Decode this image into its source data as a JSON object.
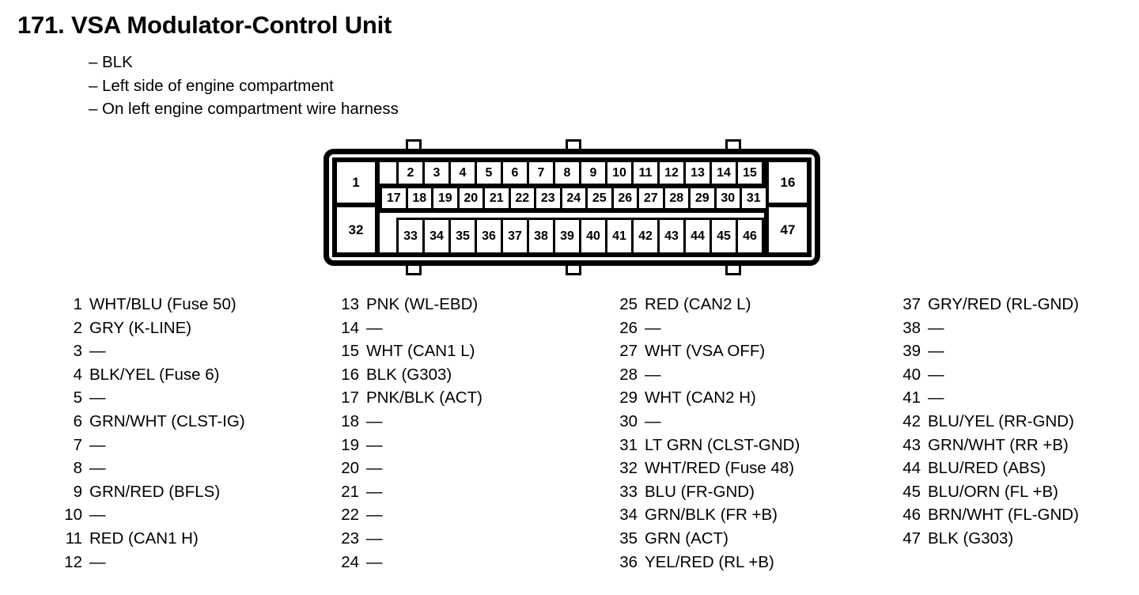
{
  "header": {
    "title": "171. VSA Modulator-Control Unit",
    "bullets": [
      "BLK",
      "Left side of engine compartment",
      "On left engine compartment wire harness"
    ],
    "dash": "–"
  },
  "connector": {
    "pads": [
      {
        "id": "pad-1",
        "label": "1"
      },
      {
        "id": "pad-32",
        "label": "32"
      },
      {
        "id": "pad-16",
        "label": "16"
      },
      {
        "id": "pad-47",
        "label": "47"
      }
    ],
    "row_top": [
      "2",
      "3",
      "4",
      "5",
      "6",
      "7",
      "8",
      "9",
      "10",
      "11",
      "12",
      "13",
      "14",
      "15"
    ],
    "row_mid": [
      "17",
      "18",
      "19",
      "20",
      "21",
      "22",
      "23",
      "24",
      "25",
      "26",
      "27",
      "28",
      "29",
      "30",
      "31"
    ],
    "row_bot": [
      "33",
      "34",
      "35",
      "36",
      "37",
      "38",
      "39",
      "40",
      "41",
      "42",
      "43",
      "44",
      "45",
      "46"
    ],
    "tab_count_top": 3,
    "tab_count_bottom": 3
  },
  "pin_list": {
    "empty_marker": "—",
    "columns": [
      {
        "pins": [
          {
            "num": "1",
            "desc": "WHT/BLU (Fuse 50)"
          },
          {
            "num": "2",
            "desc": "GRY (K-LINE)"
          },
          {
            "num": "3",
            "desc": "—"
          },
          {
            "num": "4",
            "desc": "BLK/YEL (Fuse 6)"
          },
          {
            "num": "5",
            "desc": "—"
          },
          {
            "num": "6",
            "desc": "GRN/WHT (CLST-IG)"
          },
          {
            "num": "7",
            "desc": "—"
          },
          {
            "num": "8",
            "desc": "—"
          },
          {
            "num": "9",
            "desc": "GRN/RED (BFLS)"
          },
          {
            "num": "10",
            "desc": "—"
          },
          {
            "num": "11",
            "desc": "RED (CAN1 H)"
          },
          {
            "num": "12",
            "desc": "—"
          }
        ]
      },
      {
        "pins": [
          {
            "num": "13",
            "desc": "PNK (WL-EBD)"
          },
          {
            "num": "14",
            "desc": "—"
          },
          {
            "num": "15",
            "desc": "WHT (CAN1 L)"
          },
          {
            "num": "16",
            "desc": "BLK (G303)"
          },
          {
            "num": "17",
            "desc": "PNK/BLK (ACT)"
          },
          {
            "num": "18",
            "desc": "—"
          },
          {
            "num": "19",
            "desc": "—"
          },
          {
            "num": "20",
            "desc": "—"
          },
          {
            "num": "21",
            "desc": "—"
          },
          {
            "num": "22",
            "desc": "—"
          },
          {
            "num": "23",
            "desc": "—"
          },
          {
            "num": "24",
            "desc": "—"
          }
        ]
      },
      {
        "pins": [
          {
            "num": "25",
            "desc": "RED (CAN2 L)"
          },
          {
            "num": "26",
            "desc": "—"
          },
          {
            "num": "27",
            "desc": "WHT (VSA OFF)"
          },
          {
            "num": "28",
            "desc": "—"
          },
          {
            "num": "29",
            "desc": "WHT (CAN2 H)"
          },
          {
            "num": "30",
            "desc": "—"
          },
          {
            "num": "31",
            "desc": "LT GRN (CLST-GND)"
          },
          {
            "num": "32",
            "desc": "WHT/RED (Fuse 48)"
          },
          {
            "num": "33",
            "desc": "BLU (FR-GND)"
          },
          {
            "num": "34",
            "desc": "GRN/BLK (FR +B)"
          },
          {
            "num": "35",
            "desc": "GRN (ACT)"
          },
          {
            "num": "36",
            "desc": "YEL/RED (RL +B)"
          }
        ]
      },
      {
        "pins": [
          {
            "num": "37",
            "desc": "GRY/RED (RL-GND)"
          },
          {
            "num": "38",
            "desc": "—"
          },
          {
            "num": "39",
            "desc": "—"
          },
          {
            "num": "40",
            "desc": "—"
          },
          {
            "num": "41",
            "desc": "—"
          },
          {
            "num": "42",
            "desc": "BLU/YEL (RR-GND)"
          },
          {
            "num": "43",
            "desc": "GRN/WHT (RR +B)"
          },
          {
            "num": "44",
            "desc": "BLU/RED (ABS)"
          },
          {
            "num": "45",
            "desc": "BLU/ORN (FL +B)"
          },
          {
            "num": "46",
            "desc": "BRN/WHT (FL-GND)"
          },
          {
            "num": "47",
            "desc": "BLK (G303)"
          }
        ]
      }
    ]
  },
  "colors": {
    "ink": "#000000",
    "paper": "#ffffff"
  }
}
